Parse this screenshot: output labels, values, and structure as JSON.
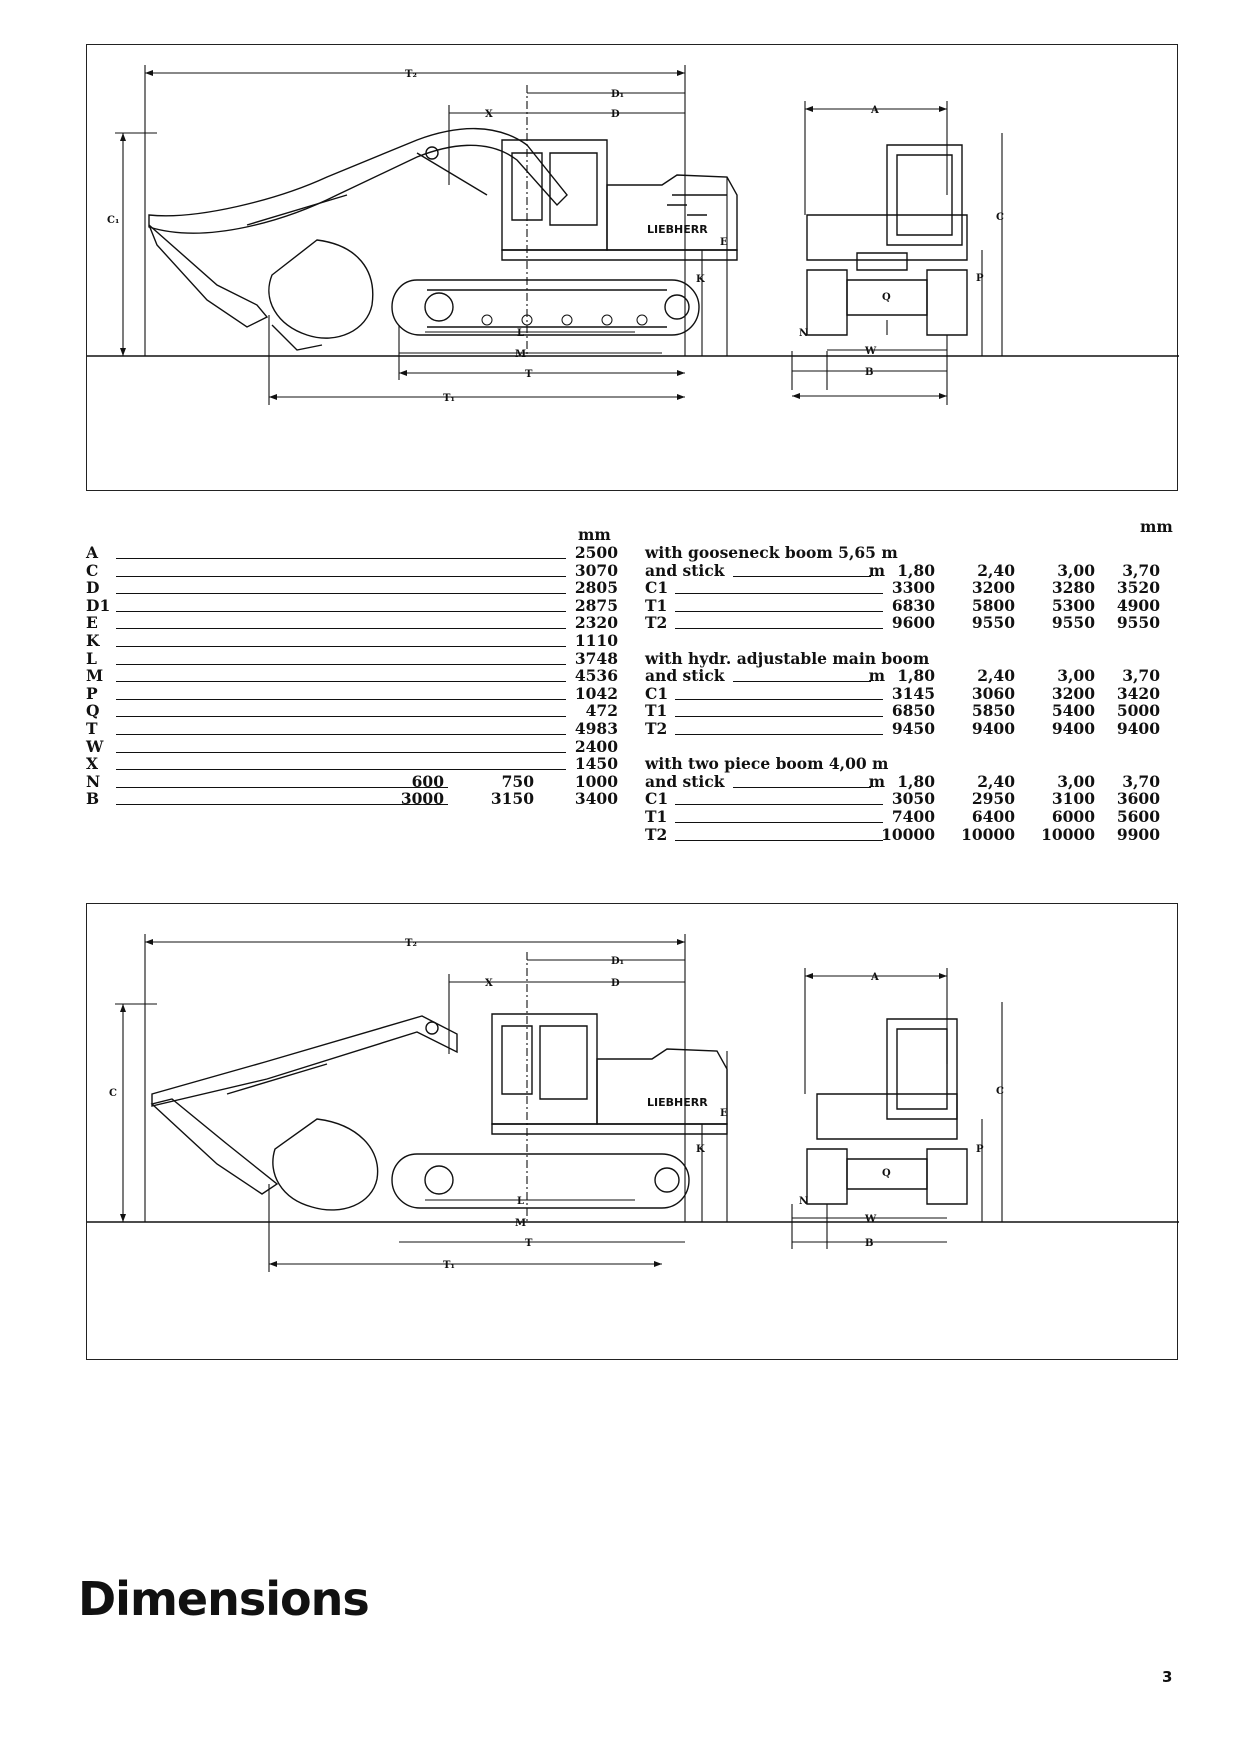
{
  "figures": [
    {
      "name": "gooseneck-boom-figure",
      "labels": {
        "T2": "T₂",
        "D1": "D₁",
        "X": "X",
        "D": "D",
        "A": "A",
        "C1": "C₁",
        "E": "E",
        "K": "K",
        "C": "C",
        "P": "P",
        "Q": "Q",
        "N": "N",
        "L": "L",
        "M": "M",
        "T": "T",
        "T1": "T₁",
        "W": "W",
        "B": "B"
      },
      "brand": "LIEBHERR"
    },
    {
      "name": "two-piece-boom-figure",
      "labels": {
        "T2": "T₂",
        "D1": "D₁",
        "X": "X",
        "D": "D",
        "A": "A",
        "C1": "C",
        "E": "E",
        "K": "K",
        "C": "C",
        "P": "P",
        "Q": "Q",
        "N": "N",
        "L": "L",
        "M": "M",
        "T": "T",
        "T1": "T₁",
        "W": "W",
        "B": "B"
      },
      "brand": "LIEBHERR"
    }
  ],
  "left_table": {
    "unit": "mm",
    "rows": [
      {
        "label": "A",
        "values": [
          "",
          "",
          "2500"
        ]
      },
      {
        "label": "C",
        "values": [
          "",
          "",
          "3070"
        ]
      },
      {
        "label": "D",
        "values": [
          "",
          "",
          "2805"
        ]
      },
      {
        "label": "D1",
        "values": [
          "",
          "",
          "2875"
        ]
      },
      {
        "label": "E",
        "values": [
          "",
          "",
          "2320"
        ]
      },
      {
        "label": "K",
        "values": [
          "",
          "",
          "1110"
        ]
      },
      {
        "label": "L",
        "values": [
          "",
          "",
          "3748"
        ]
      },
      {
        "label": "M",
        "values": [
          "",
          "",
          "4536"
        ]
      },
      {
        "label": "P",
        "values": [
          "",
          "",
          "1042"
        ]
      },
      {
        "label": "Q",
        "values": [
          "",
          "",
          "472"
        ]
      },
      {
        "label": "T",
        "values": [
          "",
          "",
          "4983"
        ]
      },
      {
        "label": "W",
        "values": [
          "",
          "",
          "2400"
        ]
      },
      {
        "label": "X",
        "values": [
          "",
          "",
          "1450"
        ]
      },
      {
        "label": "N",
        "values": [
          "600",
          "750",
          "1000"
        ]
      },
      {
        "label": "B",
        "values": [
          "3000",
          "3150",
          "3400"
        ]
      }
    ]
  },
  "right_table": {
    "unit": "mm",
    "sections": [
      {
        "heading": "with gooseneck boom 5,65 m",
        "stick_label": "and stick",
        "stick_unit": "m",
        "sticks": [
          "1,80",
          "2,40",
          "3,00",
          "3,70"
        ],
        "rows": [
          {
            "label": "C1",
            "values": [
              "3300",
              "3200",
              "3280",
              "3520"
            ]
          },
          {
            "label": "T1",
            "values": [
              "6830",
              "5800",
              "5300",
              "4900"
            ]
          },
          {
            "label": "T2",
            "values": [
              "9600",
              "9550",
              "9550",
              "9550"
            ]
          }
        ]
      },
      {
        "heading": "with hydr. adjustable main boom",
        "stick_label": "and stick",
        "stick_unit": "m",
        "sticks": [
          "1,80",
          "2,40",
          "3,00",
          "3,70"
        ],
        "rows": [
          {
            "label": "C1",
            "values": [
              "3145",
              "3060",
              "3200",
              "3420"
            ]
          },
          {
            "label": "T1",
            "values": [
              "6850",
              "5850",
              "5400",
              "5000"
            ]
          },
          {
            "label": "T2",
            "values": [
              "9450",
              "9400",
              "9400",
              "9400"
            ]
          }
        ]
      },
      {
        "heading": "with two piece boom 4,00 m",
        "stick_label": "and stick",
        "stick_unit": "m",
        "sticks": [
          "1,80",
          "2,40",
          "3,00",
          "3,70"
        ],
        "rows": [
          {
            "label": "C1",
            "values": [
              "3050",
              "2950",
              "3100",
              "3600"
            ]
          },
          {
            "label": "T1",
            "values": [
              "7400",
              "6400",
              "6000",
              "5600"
            ]
          },
          {
            "label": "T2",
            "values": [
              "10000",
              "10000",
              "10000",
              "9900"
            ]
          }
        ]
      }
    ]
  },
  "page_title": "Dimensions",
  "page_number": "3"
}
